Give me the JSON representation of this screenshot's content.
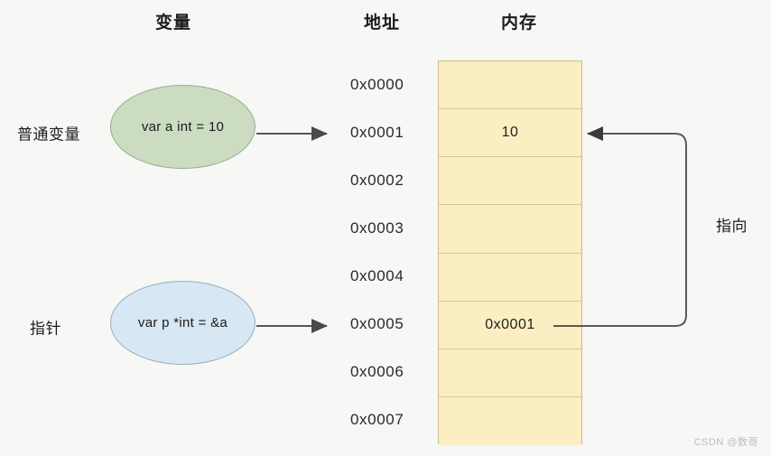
{
  "diagram": {
    "title": "Go pointer and memory layout diagram",
    "background_color": "#f7f7f5"
  },
  "headers": {
    "variable": "变量",
    "address": "地址",
    "memory": "内存"
  },
  "row_labels": {
    "normal_variable": "普通变量",
    "pointer": "指针"
  },
  "nodes": [
    {
      "id": "variable-node",
      "text": "var a int = 10",
      "fill": "#cbdcc1",
      "stroke": "#9aab93"
    },
    {
      "id": "pointer-node",
      "text": "var p *int = &a",
      "fill": "#d7e7f4",
      "stroke": "#97aebf"
    }
  ],
  "memory": {
    "fill": "#faeec2",
    "stroke": "#c9bf87",
    "divider": "#d6cb93",
    "rows": [
      {
        "address": "0x0000",
        "value": ""
      },
      {
        "address": "0x0001",
        "value": "10"
      },
      {
        "address": "0x0002",
        "value": ""
      },
      {
        "address": "0x0003",
        "value": ""
      },
      {
        "address": "0x0004",
        "value": ""
      },
      {
        "address": "0x0005",
        "value": "0x0001"
      },
      {
        "address": "0x0006",
        "value": ""
      },
      {
        "address": "0x0007",
        "value": ""
      }
    ]
  },
  "annotations": {
    "pointing": "指向"
  },
  "watermark": {
    "text": "CSDN @数哥"
  }
}
